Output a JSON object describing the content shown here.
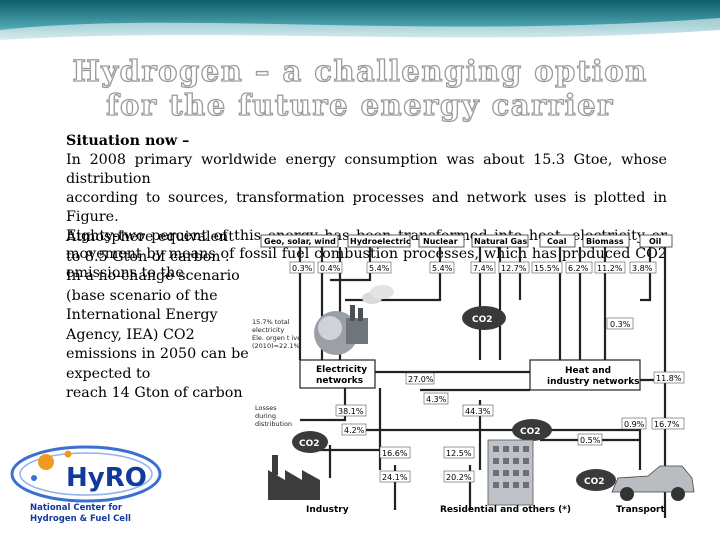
{
  "slide": {
    "title_lines": [
      "Hydrogen – a challenging option",
      "for the future energy carrier"
    ],
    "heading": "Situation now –",
    "paragraph_lines": [
      "In 2008 primary worldwide energy consumption was about 15.3 Gtoe, whose distribution",
      "according to sources, transformation processes and network uses is plotted in Figure.",
      "Eighty-two percent of this energy has been transformed into heat, electricity or",
      "movement by means of fossil fuel combustion processes, which has produced CO2",
      "emissions to the"
    ],
    "side_lines": [
      "Atmosphere equivalent",
      " to 8.5 Gton of carbon .",
      "In a no-change scenario",
      "(base scenario of the",
      " International Energy",
      "Agency, IEA) CO2",
      "emissions in 2050 can be",
      "expected to",
      "reach 14 Gton of carbon"
    ]
  },
  "diagram": {
    "sources": [
      "Geo, solar, wind",
      "Hydroelectric",
      "Nuclear",
      "Natural Gas",
      "Coal",
      "Biomass",
      "Oil"
    ],
    "source_pcts": [
      "0.3%",
      "0.4%",
      "5.4%",
      "5.4%",
      "7.4%",
      "12.7%",
      "15.5%",
      "6.2%",
      "11.2%",
      "3.8%"
    ],
    "note": [
      "15.7% total",
      "electricity",
      "Ele. orgen t ive",
      "(2010)=22.1%"
    ],
    "electricity_box": [
      "Electricity",
      "networks"
    ],
    "heat_box": [
      "Heat and",
      "industry networks"
    ],
    "flow_pcts": {
      "oil_to_heat": "0.3%",
      "elec_to_heat": "27.0%",
      "heat_to_transport": "11.8%",
      "mid": "4.3%",
      "losses_pct": "38.1%",
      "heat_out": "44.3%",
      "elec_down": "4.2%",
      "t1": "0.9%",
      "t2": "16.7%",
      "t3": "0.5%",
      "ind_top": "16.6%",
      "res_top": "12.5%",
      "ind_bot": "24.1%",
      "res_bot": "20.2%"
    },
    "losses_label": [
      "Losses",
      "during",
      "distribution"
    ],
    "co2": "CO2",
    "sinks": [
      "Industry",
      "Residential and others (*)",
      "Transport"
    ]
  },
  "logo": {
    "name": "HyRO",
    "line1": "National Center for",
    "line2": "Hydrogen & Fuel Cell"
  },
  "colors": {
    "banner": "#1f7a86",
    "logo_text": "#123a9c",
    "logo_orange": "#f29a1f"
  }
}
